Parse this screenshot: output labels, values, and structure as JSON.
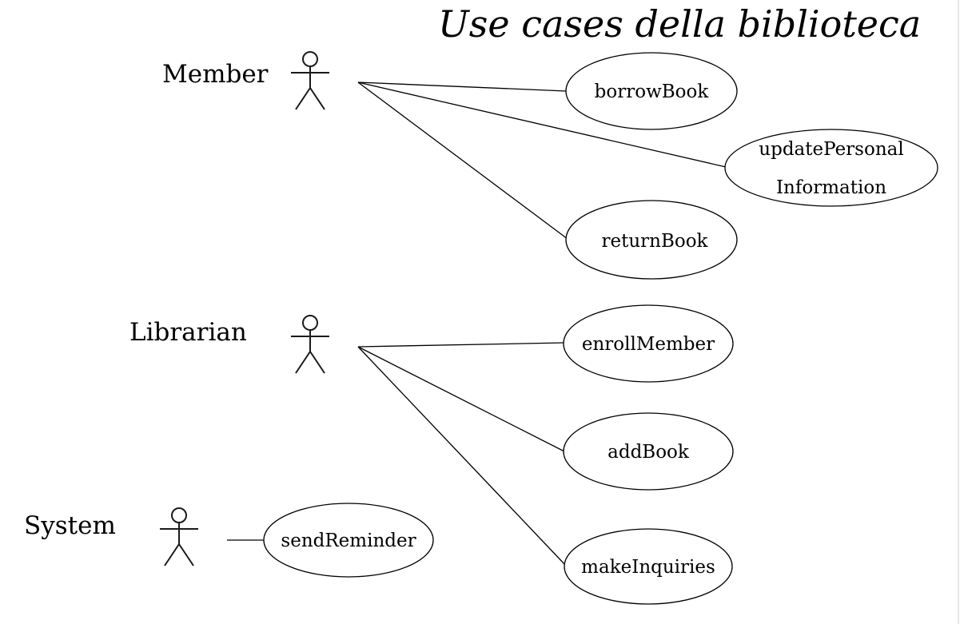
{
  "diagram": {
    "title": "Use cases della biblioteca",
    "actors": {
      "member": "Member",
      "librarian": "Librarian",
      "system": "System"
    },
    "use_cases": {
      "borrow_book": "borrowBook",
      "update_personal_line1": "updatePersonal",
      "update_personal_line2": "Information",
      "return_book": "returnBook",
      "enroll_member": "enrollMember",
      "add_book": "addBook",
      "make_inquiries": "makeInquiries",
      "send_reminder": "sendReminder"
    },
    "associations": [
      [
        "Member",
        "borrowBook"
      ],
      [
        "Member",
        "updatePersonalInformation"
      ],
      [
        "Member",
        "returnBook"
      ],
      [
        "Librarian",
        "enrollMember"
      ],
      [
        "Librarian",
        "addBook"
      ],
      [
        "Librarian",
        "makeInquiries"
      ],
      [
        "System",
        "sendReminder"
      ]
    ]
  }
}
